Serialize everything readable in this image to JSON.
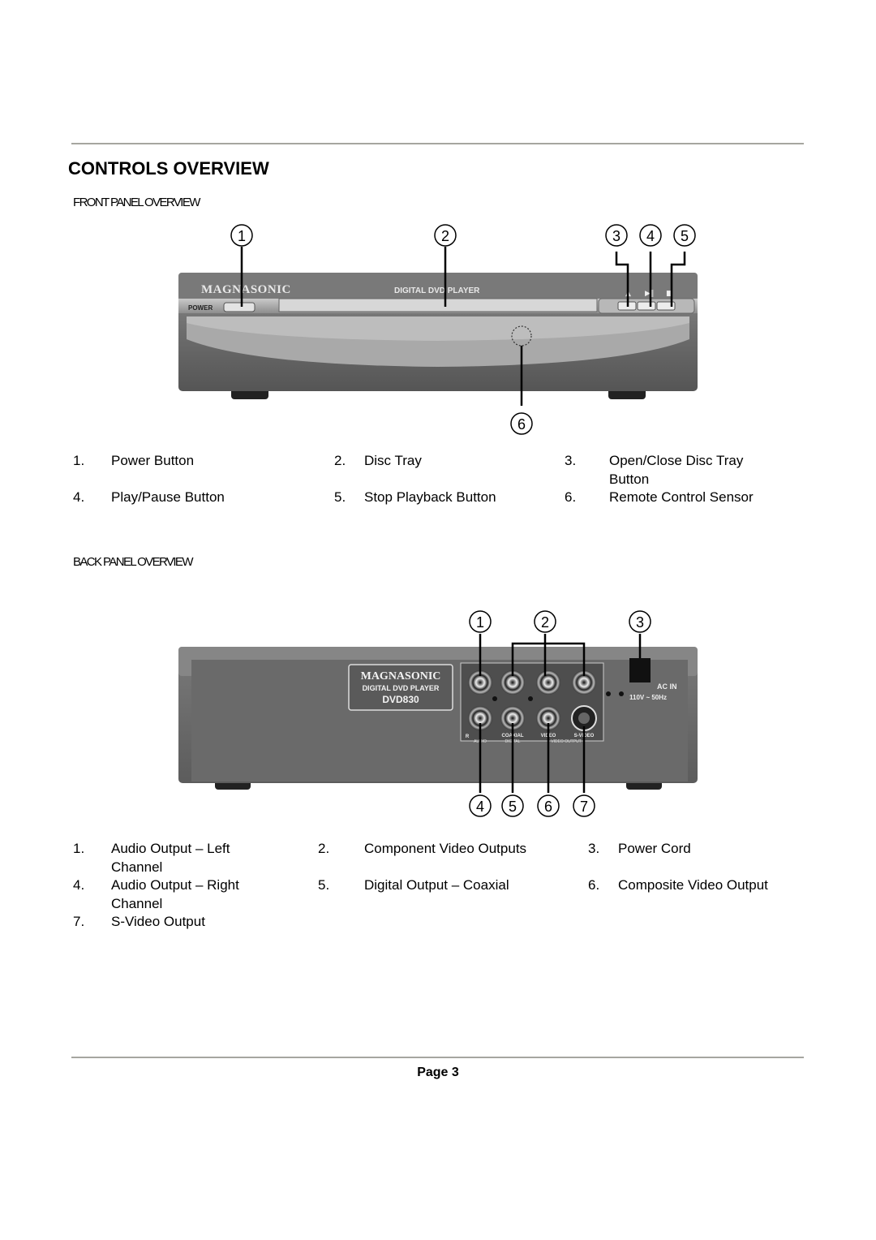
{
  "title": "CONTROLS OVERVIEW",
  "front": {
    "heading": "FRONT PANEL OVERVIEW",
    "brand": "MAGNASONIC",
    "panel_label": "DIGITAL DVD PLAYER",
    "power_label": "POWER",
    "callouts": [
      "1",
      "2",
      "3",
      "4",
      "5",
      "6"
    ],
    "items": [
      {
        "num": "1.",
        "text": "Power Button"
      },
      {
        "num": "2.",
        "text": "Disc Tray"
      },
      {
        "num": "3.",
        "text": "Open/Close Disc Tray Button"
      },
      {
        "num": "4.",
        "text": "Play/Pause Button"
      },
      {
        "num": "5.",
        "text": "Stop Playback Button"
      },
      {
        "num": "6.",
        "text": "Remote Control Sensor"
      }
    ]
  },
  "back": {
    "heading": "BACK PANEL OVERVIEW",
    "brand": "MAGNASONIC",
    "panel_label": "DIGITAL DVD PLAYER",
    "model": "DVD830",
    "ac_label": "AC IN",
    "ac_spec": "110V ~ 50Hz",
    "jack_labels": [
      "R",
      "COAXIAL",
      "VIDEO",
      "S-VIDEO"
    ],
    "group_labels": [
      "AUDIO",
      "DIGITAL",
      "VIDEO OUTPUT"
    ],
    "callouts": [
      "1",
      "2",
      "3",
      "4",
      "5",
      "6",
      "7"
    ],
    "items": [
      {
        "num": "1.",
        "text": "Audio Output – Left Channel"
      },
      {
        "num": "2.",
        "text": "Component Video Outputs"
      },
      {
        "num": "3.",
        "text": "Power Cord"
      },
      {
        "num": "4.",
        "text": "Audio Output – Right Channel"
      },
      {
        "num": "5.",
        "text": "Digital Output – Coaxial"
      },
      {
        "num": "6.",
        "text": "Composite Video Output"
      },
      {
        "num": "7.",
        "text": "S-Video Output"
      }
    ]
  },
  "footer": {
    "page": "Page 3"
  }
}
